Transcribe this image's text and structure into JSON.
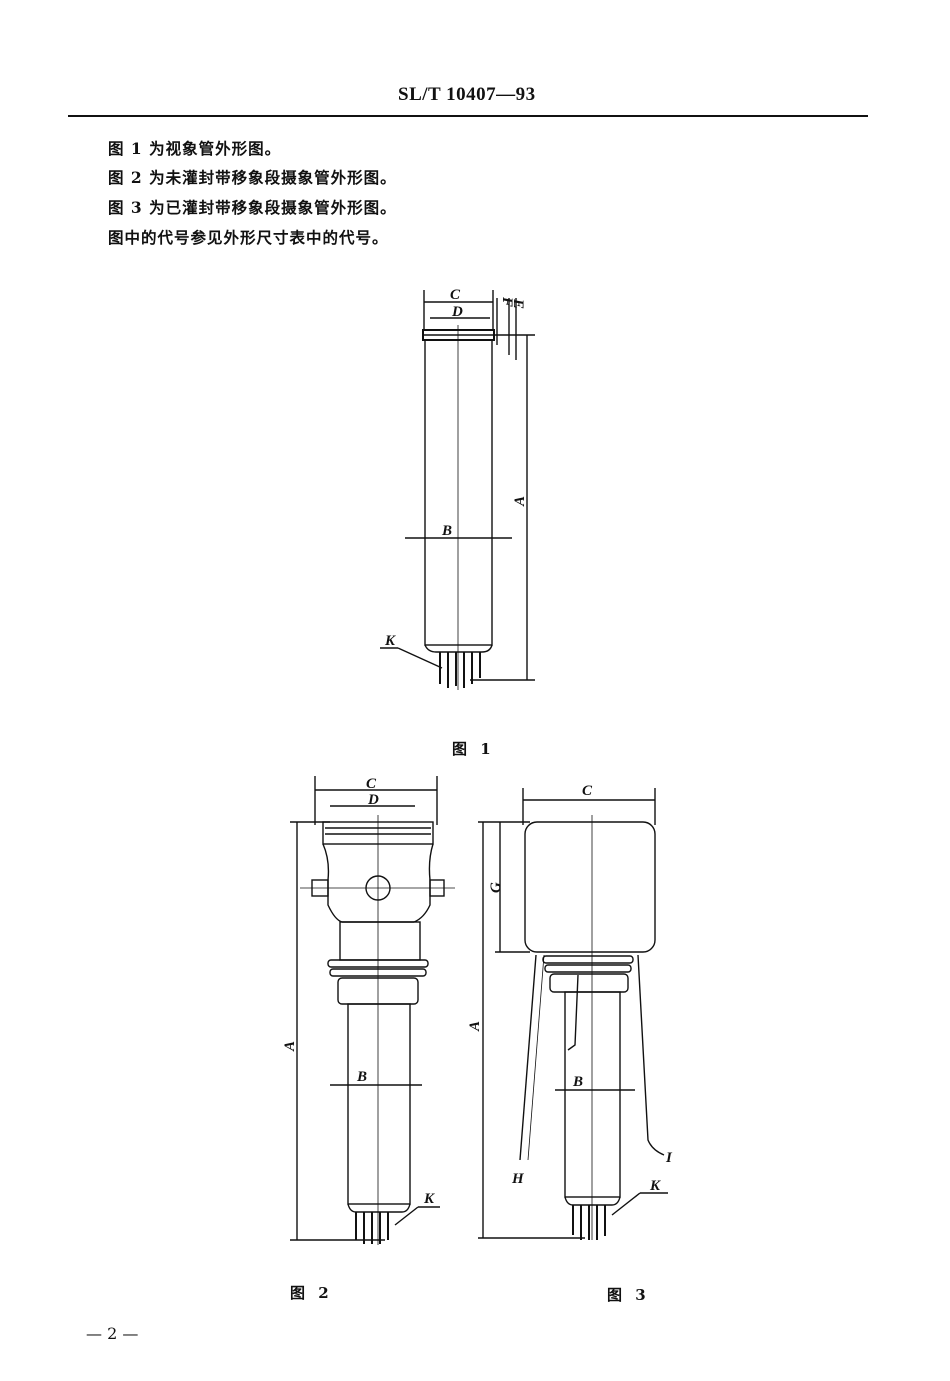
{
  "header": {
    "standard_number": "SL/T 10407—93"
  },
  "body_lines": [
    "图 1 为视象管外形图。",
    "图 2 为未灌封带移象段摄象管外形图。",
    "图 3 为已灌封带移象段摄象管外形图。",
    "图中的代号参见外形尺寸表中的代号。"
  ],
  "figures": [
    {
      "caption": "图 1",
      "labels": {
        "C": "C",
        "D": "D",
        "F": "F",
        "E": "E",
        "A": "A",
        "B": "B",
        "K": "K"
      }
    },
    {
      "caption": "图 2",
      "labels": {
        "C": "C",
        "D": "D",
        "A": "A",
        "B": "B",
        "K": "K"
      }
    },
    {
      "caption": "图 3",
      "labels": {
        "C": "C",
        "G": "G",
        "A": "A",
        "B": "B",
        "H": "H",
        "I": "I",
        "K": "K"
      }
    }
  ],
  "footer": {
    "page_number": "— 2 —"
  }
}
